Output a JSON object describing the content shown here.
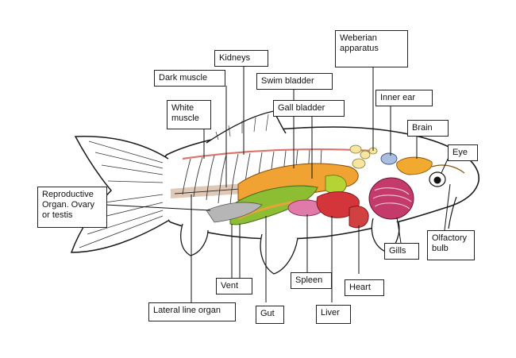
{
  "labels": {
    "kidneys": "Kidneys",
    "dark_muscle": "Dark muscle",
    "swim_bladder": "Swim bladder",
    "weberian": "Weberian apparatus",
    "inner_ear": "Inner ear",
    "white_muscle": "White muscle",
    "gall_bladder": "Gall bladder",
    "brain": "Brain",
    "eye": "Eye",
    "reproductive": "Reproductive Organ. Ovary or testis",
    "gills": "Gills",
    "olfactory": "Olfactory bulb",
    "vent": "Vent",
    "spleen": "Spleen",
    "heart": "Heart",
    "lateral_line": "Lateral line organ",
    "gut": "Gut",
    "liver": "Liver"
  },
  "colors": {
    "outline": "#1a1a1a",
    "swim_bladder": "#f0a232",
    "gut": "#8cbd33",
    "gall_bladder": "#b5d334",
    "spleen": "#e07aa8",
    "liver": "#d4353a",
    "gills": "#c43a6a",
    "heart": "#d24141",
    "brain": "#f2a92f",
    "inner_ear": "#aabedf",
    "dark_muscle": "#c79a7a",
    "kidney_band": "#c7392e"
  }
}
